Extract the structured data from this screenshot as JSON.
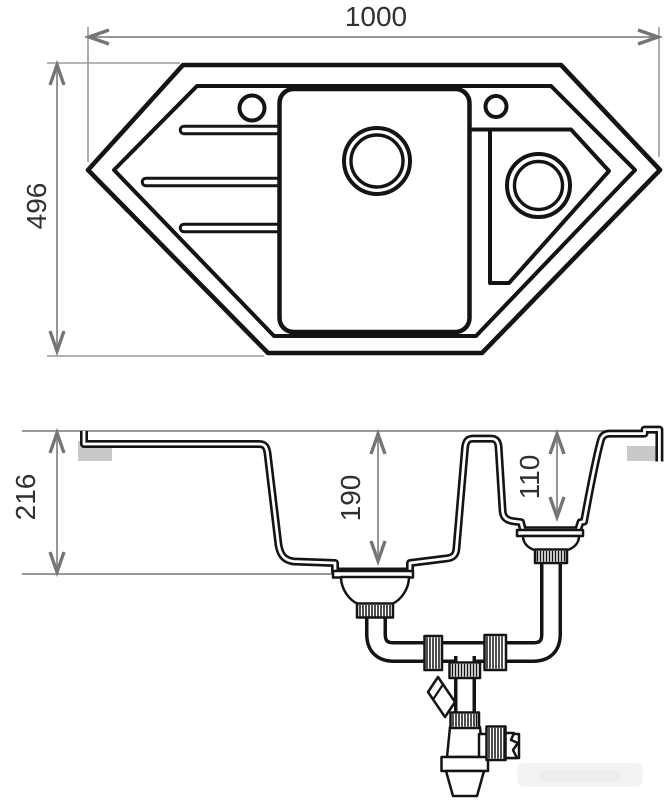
{
  "drawing": {
    "top_view": {
      "width_dim": "1000",
      "height_dim": "496"
    },
    "section_view": {
      "total_depth_dim": "216",
      "main_bowl_depth_dim": "190",
      "secondary_bowl_depth_dim": "110"
    },
    "colors": {
      "outline": "#141414",
      "dimension_line": "#8a8a8a",
      "dimension_arrow": "#757575",
      "dimension_text": "#303030",
      "clip_fill": "#c9c9c9",
      "background": "#ffffff"
    }
  }
}
